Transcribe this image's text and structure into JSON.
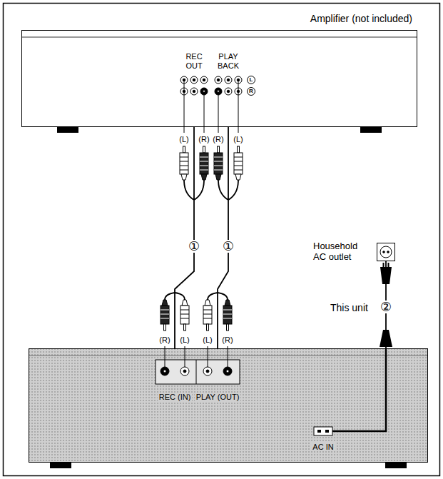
{
  "diagram": {
    "nodes": [
      {
        "text": [
          "Amplifier (not included)"
        ]
      },
      {
        "text": [
          "This unit"
        ]
      },
      {
        "text": [
          "Household AC outlet"
        ]
      }
    ],
    "edges": [
      {
        "from": 0,
        "to": 1,
        "arrow": "none",
        "label": "①"
      },
      {
        "from": 0,
        "to": 1,
        "arrow": "none",
        "label": "①"
      },
      {
        "from": 2,
        "to": 1,
        "arrow": "none",
        "label": "②"
      }
    ],
    "labels": [
      "REC OUT",
      "PLAY BACK",
      "L",
      "R",
      "(L)",
      "(R)",
      "(R)",
      "(L)",
      "(R)",
      "(L)",
      "(L)",
      "(R)",
      "REC (IN)",
      "PLAY (OUT)",
      "AC IN"
    ]
  }
}
